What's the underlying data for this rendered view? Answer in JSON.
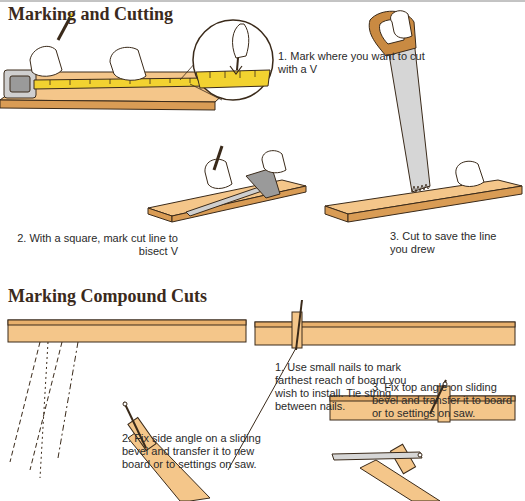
{
  "diagram": {
    "title": "Marking and Cutting",
    "labels": [
      "1. Mark where you want to cut with a V",
      "2. With a square, mark cut line to bisect V",
      "3. Cut to save the line you drew",
      "Marking Compound Cuts",
      "1. Use small nails to mark farthest reach of board you wish to install. Tie string between nails.",
      "2. Fix side angle on a sliding bevel and transfer it to new board or to settings on saw.",
      "3. Fix top angle on sliding bevel and transfer it to board or to settings on saw."
    ]
  }
}
